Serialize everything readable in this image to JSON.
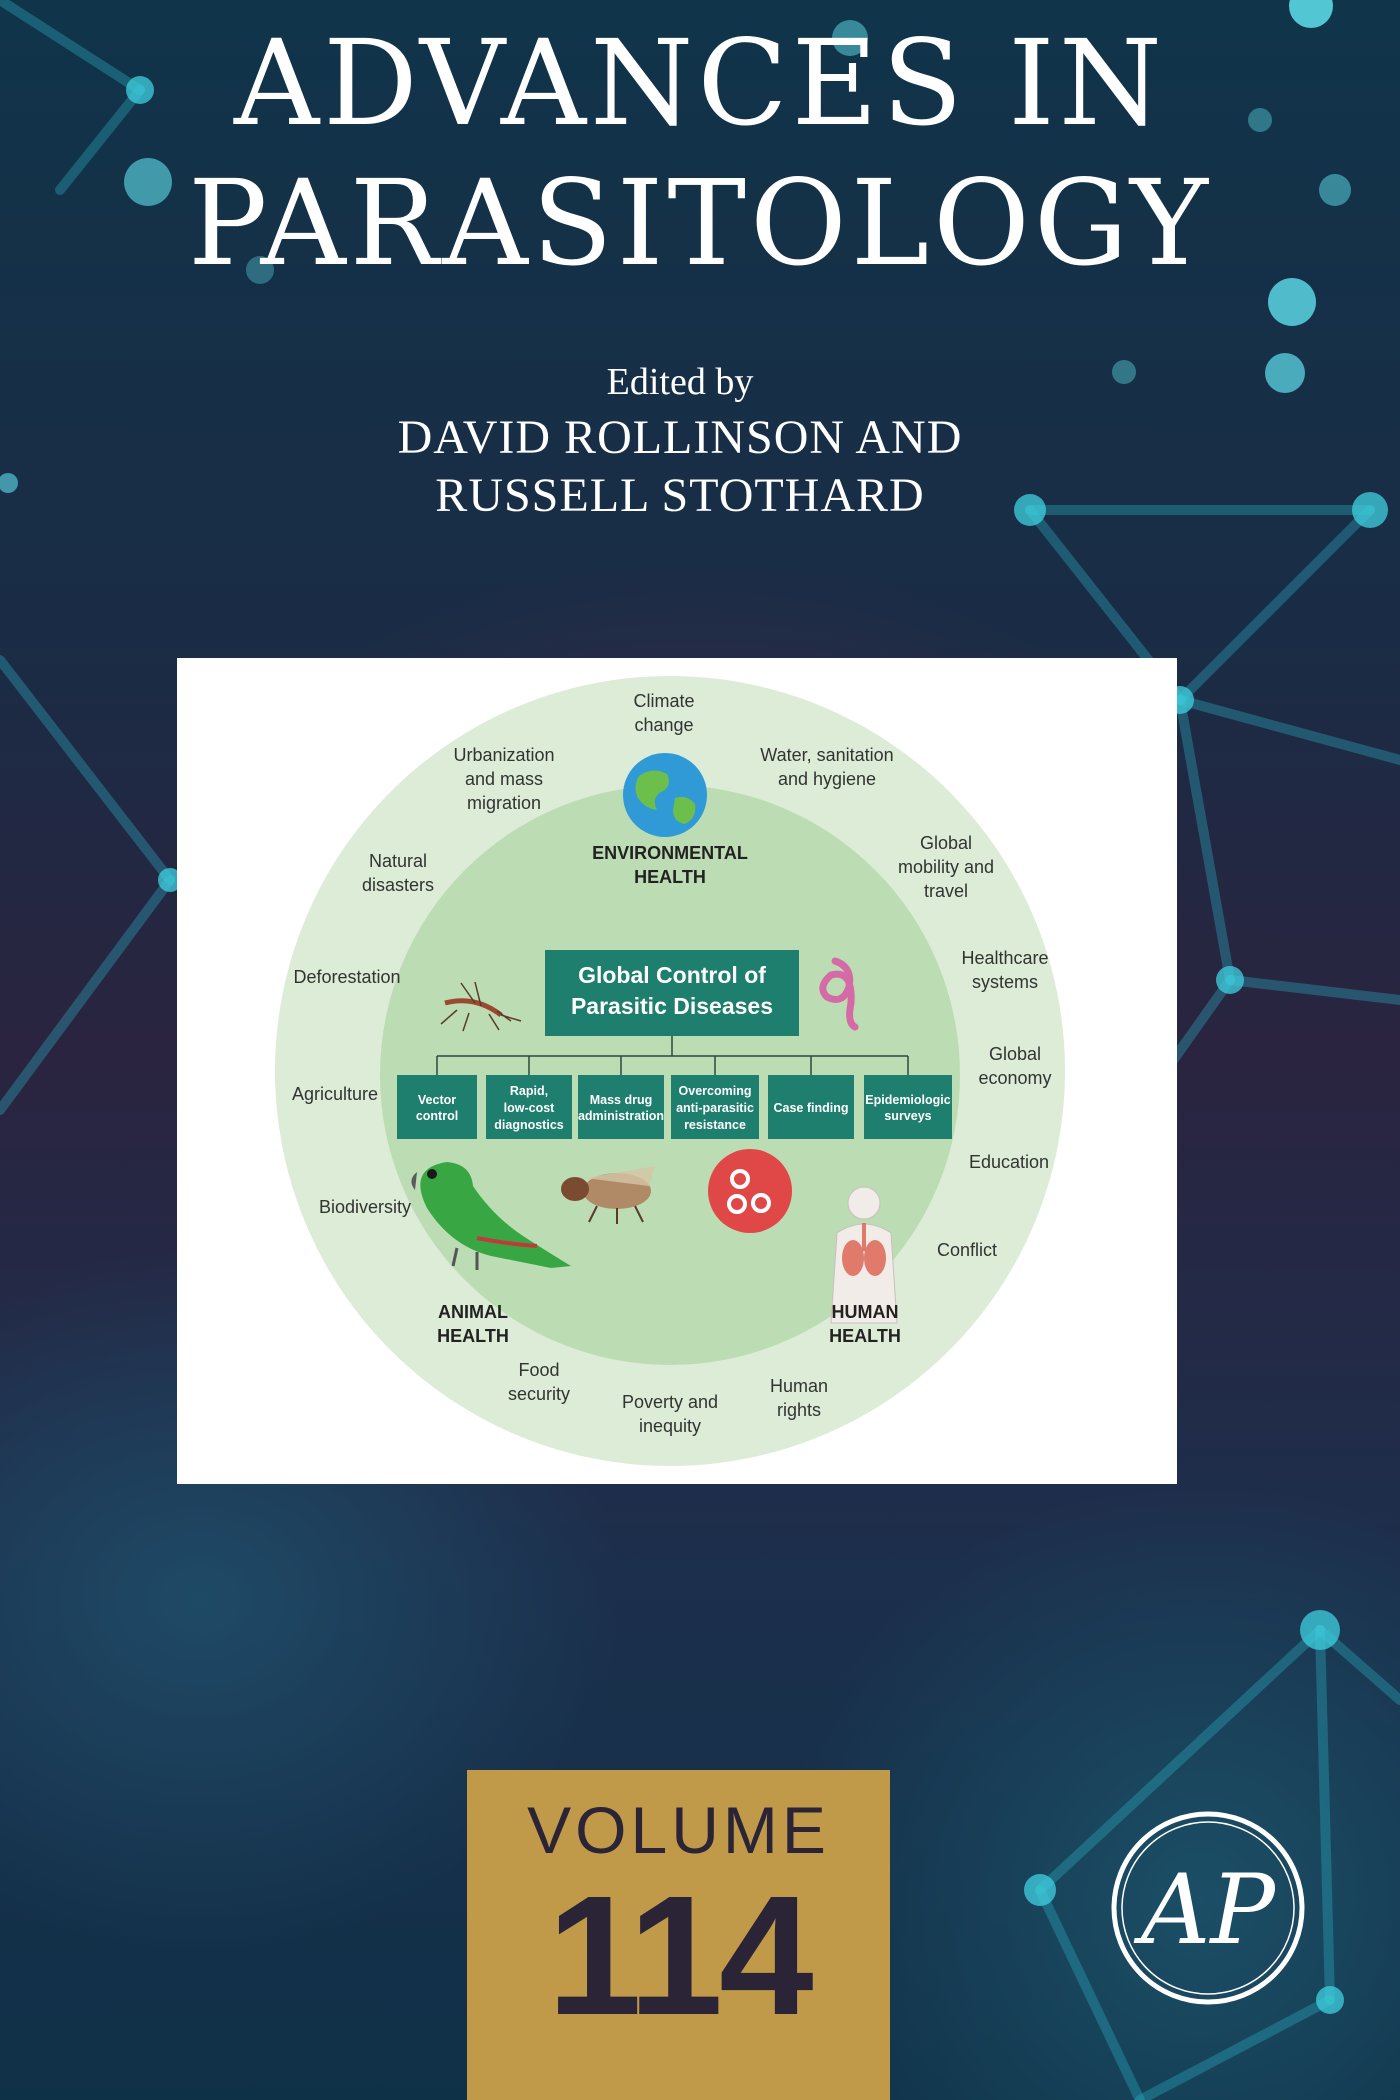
{
  "series": {
    "title_line1": "ADVANCES IN",
    "title_line2": "PARASITOLOGY"
  },
  "editors": {
    "label": "Edited by",
    "line1": "DAVID ROLLINSON AND",
    "line2": "RUSSELL STOTHARD"
  },
  "figure": {
    "center_title_line1": "Global Control of",
    "center_title_line2": "Parasitic Diseases",
    "control_boxes": [
      [
        "Vector",
        "control"
      ],
      [
        "Rapid,",
        "low-cost",
        "diagnostics"
      ],
      [
        "Mass drug",
        "administration"
      ],
      [
        "Overcoming",
        "anti-parasitic",
        "resistance"
      ],
      [
        "Case finding"
      ],
      [
        "Epidemiologic",
        "surveys"
      ]
    ],
    "health_domains": {
      "environmental": [
        "ENVIRONMENTAL",
        "HEALTH"
      ],
      "animal": [
        "ANIMAL",
        "HEALTH"
      ],
      "human": [
        "HUMAN",
        "HEALTH"
      ]
    },
    "outer_factors": {
      "climate": [
        "Climate",
        "change"
      ],
      "water": [
        "Water, sanitation",
        "and hygiene"
      ],
      "mobility": [
        "Global",
        "mobility and",
        "travel"
      ],
      "healthcare": [
        "Healthcare",
        "systems"
      ],
      "economy": [
        "Global",
        "economy"
      ],
      "education": [
        "Education"
      ],
      "conflict": [
        "Conflict"
      ],
      "rights": [
        "Human",
        "rights"
      ],
      "poverty": [
        "Poverty and",
        "inequity"
      ],
      "food": [
        "Food",
        "security"
      ],
      "biodiversity": [
        "Biodiversity"
      ],
      "agriculture": [
        "Agriculture"
      ],
      "deforestation": [
        "Deforestation"
      ],
      "disasters": [
        "Natural",
        "disasters"
      ],
      "urbanization": [
        "Urbanization",
        "and mass",
        "migration"
      ]
    },
    "icons": [
      "globe-icon",
      "mosquito-icon",
      "worm-icon",
      "tsetse-fly-icon",
      "parasite-cell-icon",
      "parrot-icon",
      "human-organs-icon"
    ]
  },
  "volume": {
    "label": "VOLUME",
    "number": "114"
  },
  "publisher_logo": {
    "text": "AP"
  },
  "colors": {
    "teal_box": "#1f7f6e",
    "outer_ring": "#dcecd6",
    "inner_circle": "#bcdcb4",
    "volume_gold": "#c09a48",
    "volume_text": "#2b2436"
  }
}
